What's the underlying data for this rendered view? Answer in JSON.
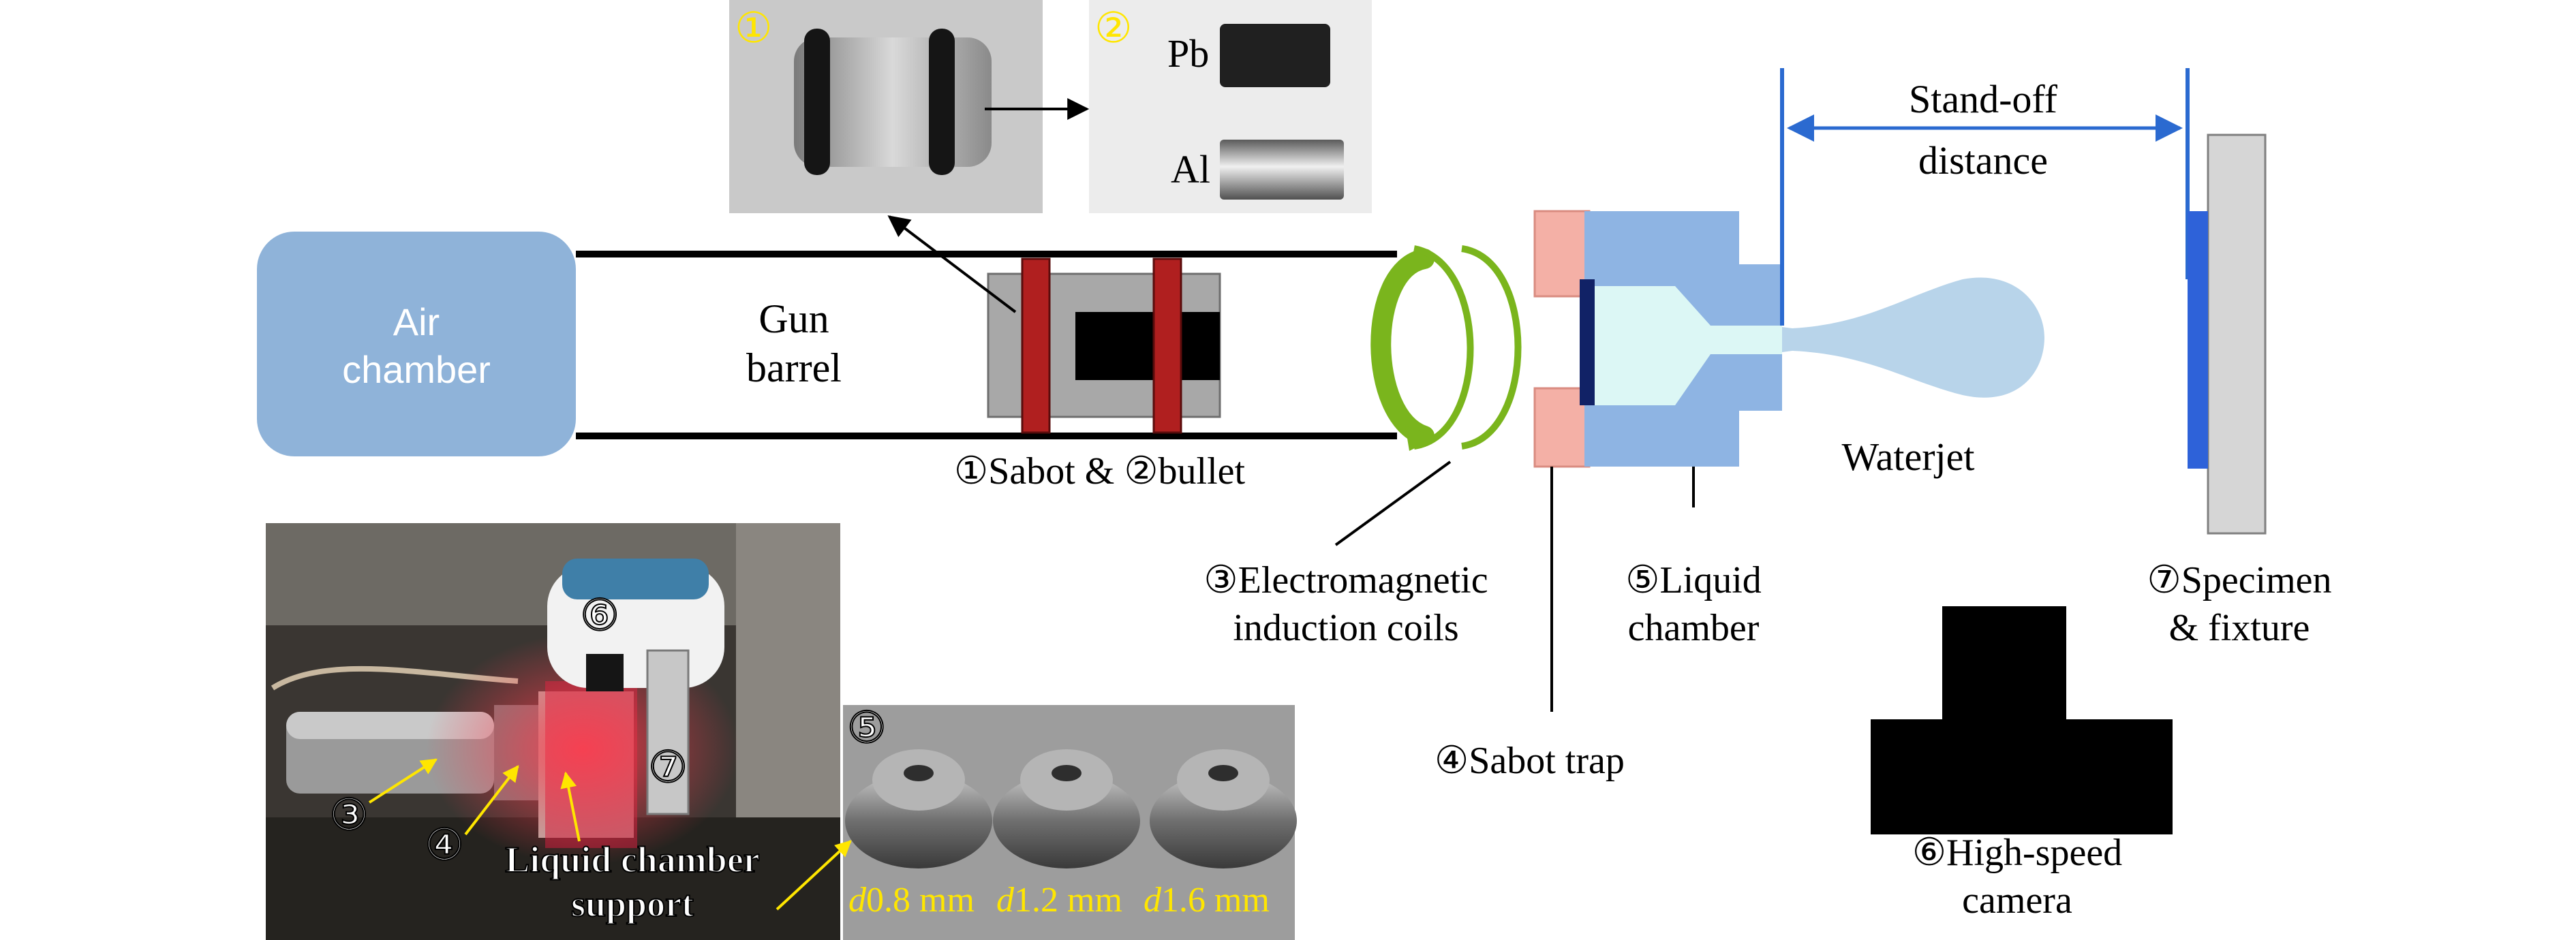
{
  "air_chamber": {
    "line1": "Air",
    "line2": "chamber"
  },
  "gun_barrel": {
    "line1": "Gun",
    "line2": "barrel"
  },
  "sabot_bullet_label": "①Sabot & ②bullet",
  "coils_label": {
    "line1": "③Electromagnetic",
    "line2": "induction coils"
  },
  "sabot_trap_label": "④Sabot trap",
  "liquid_chamber_label": {
    "line1": "⑤Liquid",
    "line2": "chamber"
  },
  "waterjet_label": "Waterjet",
  "standoff_label": {
    "line1": "Stand-off",
    "line2": "distance"
  },
  "specimen_label": {
    "line1": "⑦Specimen",
    "line2": "& fixture"
  },
  "camera_label": {
    "line1": "⑥High-speed",
    "line2": "camera"
  },
  "inset_sabot": {
    "marker": "①"
  },
  "inset_bullet": {
    "marker": "②",
    "pb": "Pb",
    "al": "Al"
  },
  "photo_setup": {
    "m3": "③",
    "m4": "④",
    "m6": "⑥",
    "m7": "⑦",
    "support_line1": "Liquid chamber",
    "support_line2": "support"
  },
  "photo_nozzles": {
    "marker": "⑤",
    "n1_prefix": "d",
    "n1_value": "0.8 mm",
    "n2_prefix": "d",
    "n2_value": "1.2 mm",
    "n3_prefix": "d",
    "n3_value": "1.6 mm"
  },
  "colors": {
    "air_chamber": "#8fb3d9",
    "sabot_band": "#b01f1f",
    "coil_green": "#7ab51d",
    "trap_pink": "#f4b0a6",
    "liquid_blue": "#8eb4e3",
    "nozzle_cyan": "#dcf7f5",
    "waterjet": "#b8d4ea",
    "specimen_grey": "#d6d6d6",
    "specimen_blue": "#2e62d9",
    "arrow_blue": "#2b6ad0",
    "inset_yellow": "#ffe600"
  }
}
